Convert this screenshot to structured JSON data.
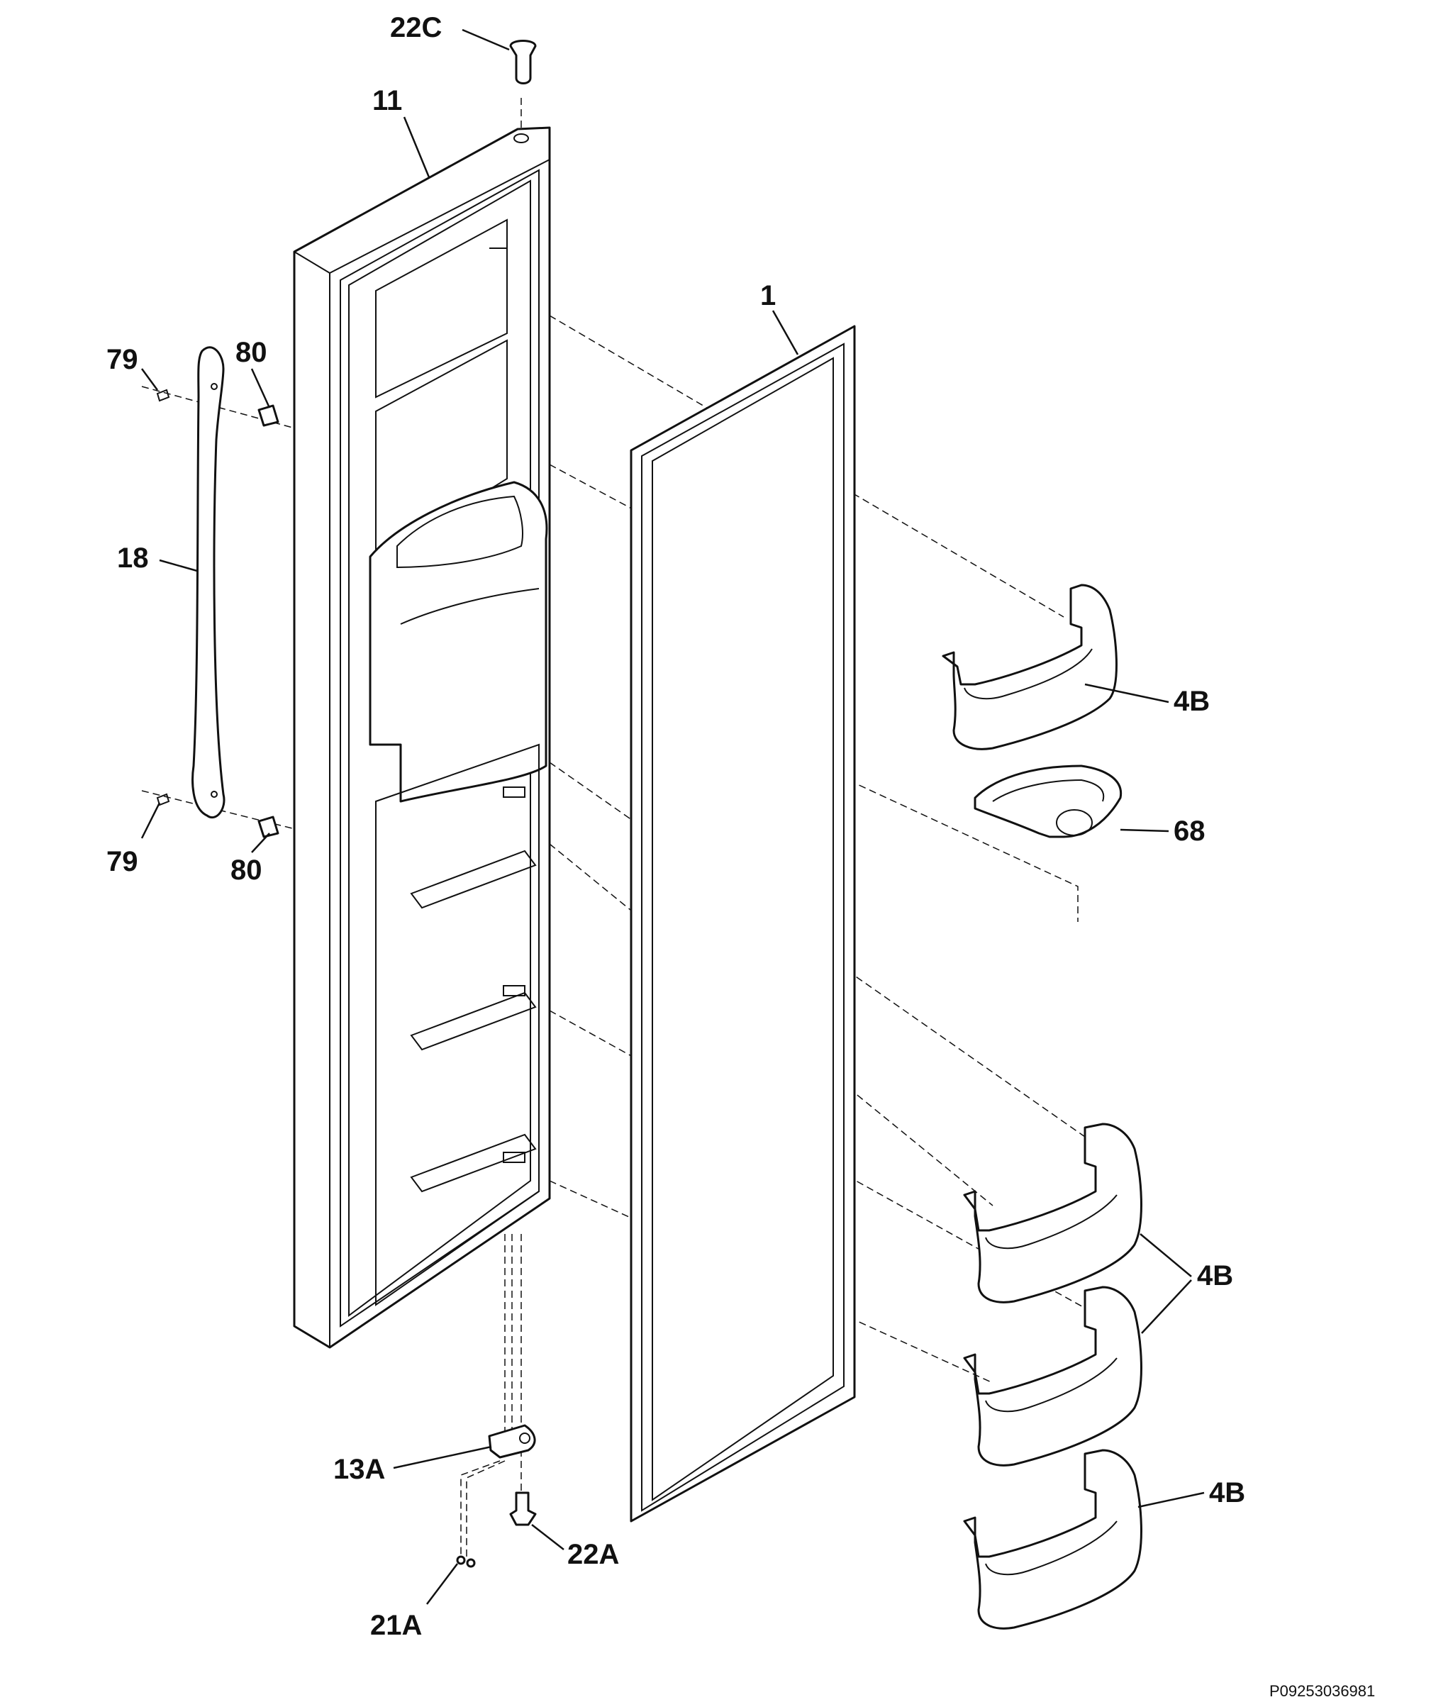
{
  "labels": {
    "l22c": "22C",
    "l11": "11",
    "l1": "1",
    "l79a": "79",
    "l80a": "80",
    "l18": "18",
    "l4b1": "4B",
    "l68": "68",
    "l79b": "79",
    "l80b": "80",
    "l4b2": "4B",
    "l4b3": "4B",
    "l13a": "13A",
    "l22a": "22A",
    "l21a": "21A"
  },
  "reference_code": "P09253036981"
}
